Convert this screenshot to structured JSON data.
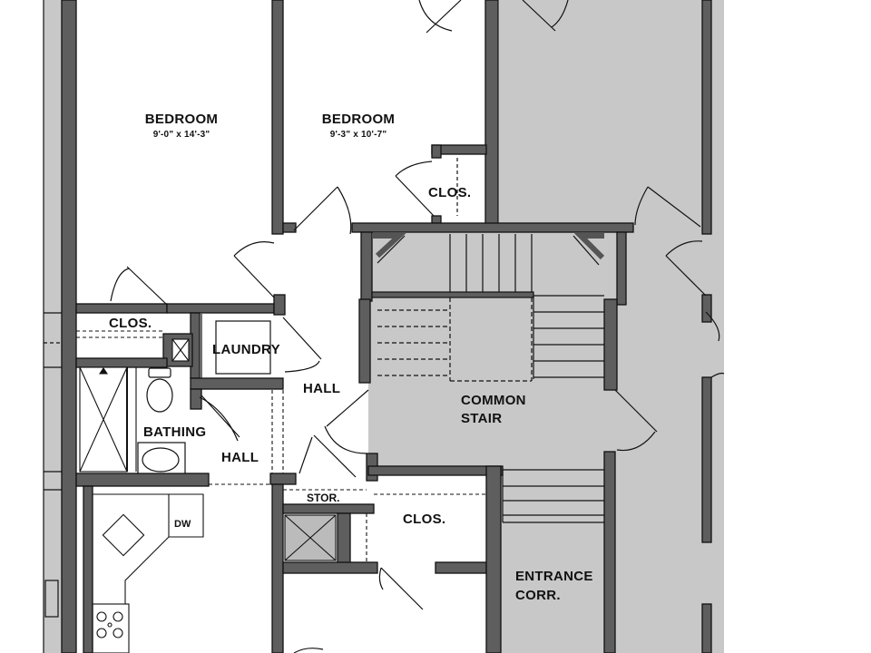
{
  "plan": {
    "rooms": {
      "bedroom_left": {
        "name": "BEDROOM",
        "dims": "9'-0\" x 14'-3\""
      },
      "bedroom_right": {
        "name": "BEDROOM",
        "dims": "9'-3\" x 10'-7\""
      },
      "clos_upper": "CLOS.",
      "clos_left": "CLOS.",
      "laundry": "LAUNDRY",
      "hall_upper": "HALL",
      "common_stair_line1": "COMMON",
      "common_stair_line2": "STAIR",
      "bathing": "BATHING",
      "hall_lower": "HALL",
      "stor": "STOR.",
      "clos_lower": "CLOS.",
      "entrance_line1": "ENTRANCE",
      "entrance_line2": "CORR.",
      "dw": "DW"
    },
    "colors": {
      "wall": "#5e5e5e",
      "common_area": "#c8c8c8",
      "outline": "#111111"
    }
  }
}
